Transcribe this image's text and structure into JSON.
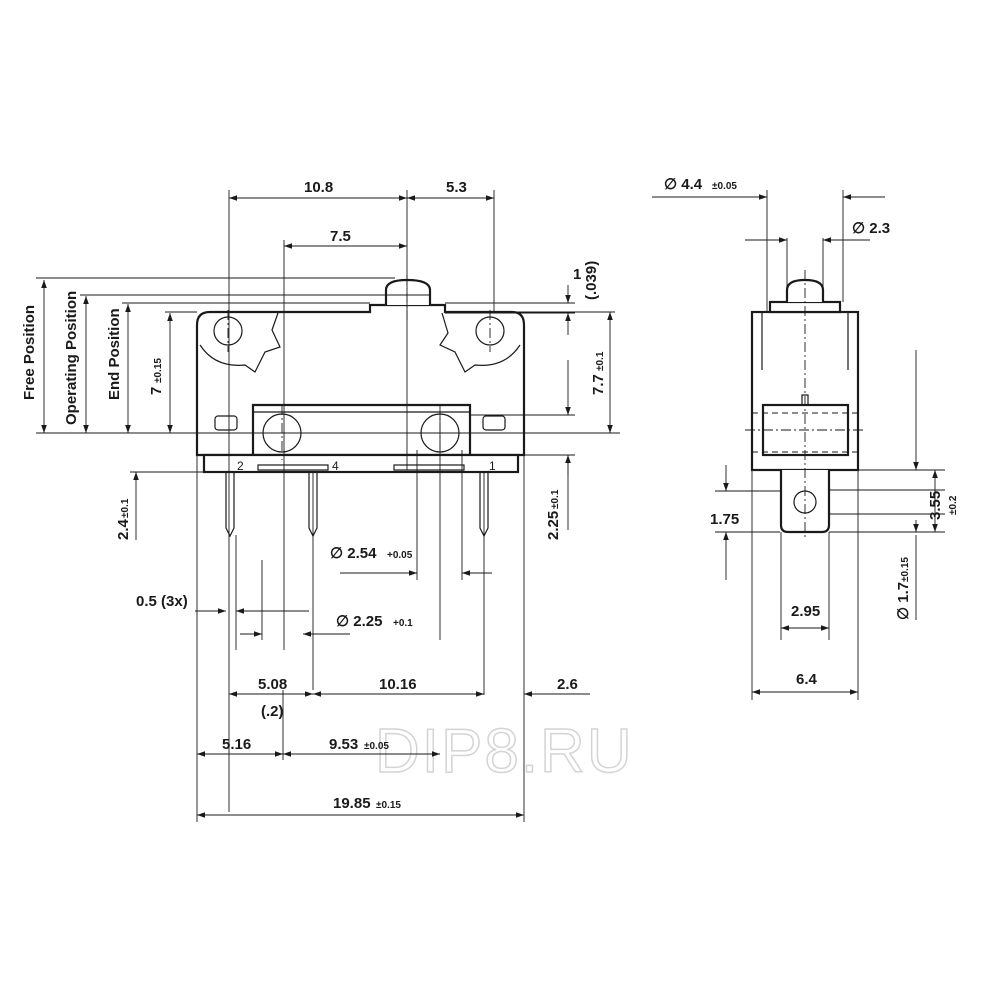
{
  "front_view": {
    "dim_10_8": "10.8",
    "dim_5_3": "5.3",
    "dim_7_5": "7.5",
    "dim_1": "1",
    "dim_039": "(.039)",
    "free_position": "Free Position",
    "operating_position": "Operating Position",
    "end_position": "End Position",
    "dim_7": "7",
    "tol_7": "±0.15",
    "dim_7_7": "7.7",
    "tol_7_7": "±0.1",
    "pin_2": "2",
    "pin_4": "4",
    "pin_1": "1",
    "dim_2_4": "2.4",
    "tol_2_4": "±0.1",
    "dim_2_25h": "2.25",
    "tol_2_25h": "±0.1",
    "dia_2_54": "∅ 2.54",
    "tol_2_54": "+0.05",
    "dim_0_5": "0.5 (3x)",
    "dia_2_25": "∅ 2.25",
    "tol_2_25": "+0.1",
    "dim_5_08": "5.08",
    "dim_02": "(.2)",
    "dim_10_16": "10.16",
    "dim_2_6": "2.6",
    "dim_5_16": "5.16",
    "dim_9_53": "9.53",
    "tol_9_53": "±0.05",
    "dim_19_85": "19.85",
    "tol_19_85": "±0.15"
  },
  "side_view": {
    "dia_4_4": "∅ 4.4",
    "tol_4_4": "±0.05",
    "dia_2_3": "∅ 2.3",
    "dim_1_75": "1.75",
    "dim_3_55": "3.55",
    "tol_3_55": "±0.2",
    "dia_1_7": "∅ 1.7",
    "tol_1_7": "±0.15",
    "dim_2_95": "2.95",
    "dim_6_4": "6.4"
  },
  "watermark": "DIP8.RU"
}
